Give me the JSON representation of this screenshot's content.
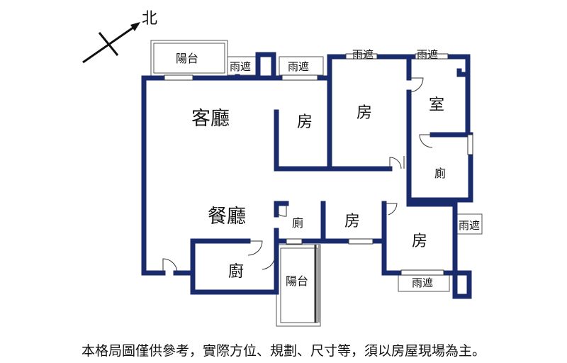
{
  "compass": {
    "north_label": "北"
  },
  "rooms": {
    "living": "客廳",
    "dining": "餐廳",
    "kitchen": "廚",
    "room_a": "房",
    "room_b": "房",
    "room_c": "房",
    "room_d": "房",
    "master": "室",
    "bath_upper": "廁",
    "bath_lower": "廁",
    "balcony_top": "陽台",
    "balcony_bottom": "陽台"
  },
  "canopies": {
    "c1": "雨遮",
    "c2": "雨遮",
    "c3": "雨遮",
    "c4": "雨遮",
    "c5": "雨遮",
    "c6": "雨遮"
  },
  "footer": {
    "disclaimer": "本格局圖僅供參考，實際方位、規劃、尺寸等，須以房屋現場為主。"
  },
  "colors": {
    "wall": "#1a2b6b"
  }
}
